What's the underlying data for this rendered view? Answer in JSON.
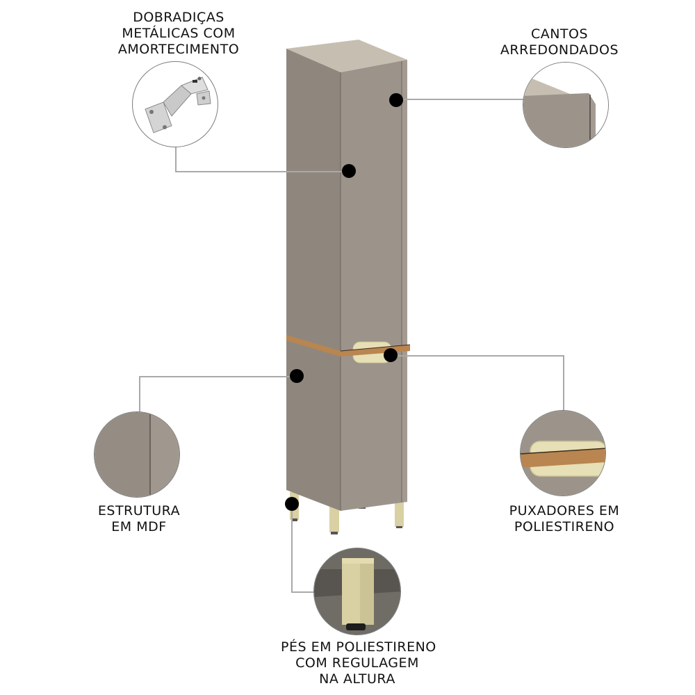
{
  "colors": {
    "body_front": "#9c948b",
    "body_side": "#8f877e",
    "top": "#c6bfb1",
    "wood_strip": "#b98550",
    "handle": "#e7dfb5",
    "feet": "#d9d1a3",
    "dot": "#000000",
    "connector": "#a9a9a9"
  },
  "callouts": [
    {
      "id": "hinges",
      "lines": [
        "DOBRADIÇAS",
        "METÁLICAS COM",
        "AMORTECIMENTO"
      ],
      "image": "metal-hinge"
    },
    {
      "id": "corners",
      "lines": [
        "CANTOS",
        "ARREDONDADOS"
      ],
      "image": "rounded-corner"
    },
    {
      "id": "structure",
      "lines": [
        "ESTRUTURA",
        "EM MDF"
      ],
      "image": "mdf-panel"
    },
    {
      "id": "handles",
      "lines": [
        "PUXADORES EM",
        "POLIESTIRENO"
      ],
      "image": "polystyrene-handle"
    },
    {
      "id": "feet",
      "lines": [
        "PÉS EM POLIESTIRENO",
        "COM REGULAGEM",
        "NA ALTURA"
      ],
      "image": "adjustable-foot"
    }
  ]
}
